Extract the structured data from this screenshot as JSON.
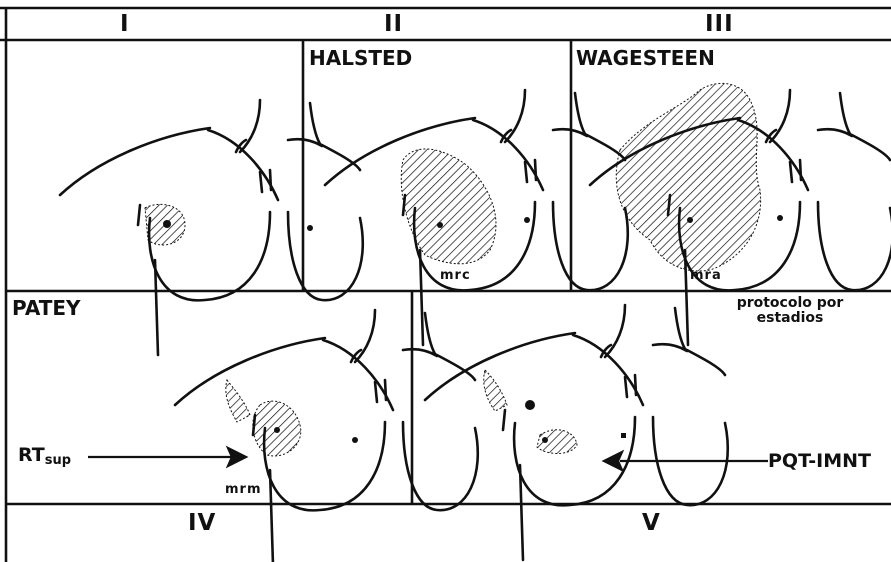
{
  "panels": [
    {
      "numeral": "I",
      "title": "",
      "code": ""
    },
    {
      "numeral": "II",
      "title": "HALSTED",
      "code": "mrc"
    },
    {
      "numeral": "III",
      "title": "WAGESTEEN",
      "code": "mra"
    },
    {
      "numeral": "IV",
      "title": "PATEY",
      "code": "mrm"
    },
    {
      "numeral": "V",
      "title": "",
      "code": ""
    }
  ],
  "annotations": {
    "rt_main": "RT",
    "rt_sub": "sup",
    "pqt": "PQT-IMNT",
    "protocol_line1": "protocolo por",
    "protocol_line2": "estadios"
  },
  "colors": {
    "ink": "#111111",
    "background": "#ffffff"
  }
}
